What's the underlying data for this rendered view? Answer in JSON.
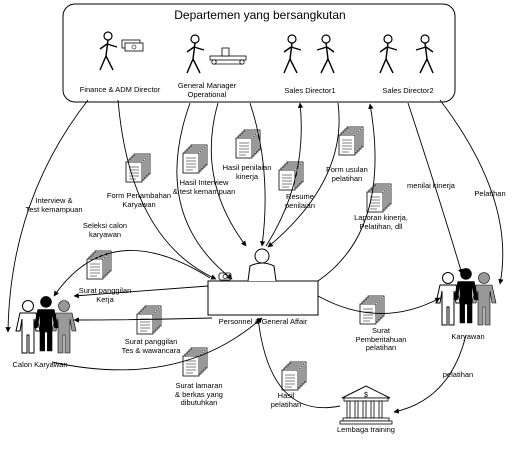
{
  "header": {
    "title": "Departemen yang bersangkutan"
  },
  "roles": {
    "finance": "Finance & ADM Director",
    "gm": "General Manager\nOperational",
    "sales1": "Sales Director1",
    "sales2": "Sales Director2"
  },
  "center": {
    "label": "Personnel & General Affair"
  },
  "actors": {
    "candidates": "Calon Karyawan",
    "employees": "Karyawan",
    "training": "Lembaga training"
  },
  "documents": {
    "form_penambahan": "Form Penambahan\nKaryawan",
    "hasil_interview": "Hasil Interview\n& test kemampuan",
    "hasil_penilaian": "Hasil penilaian\nkinerja",
    "resume_penilaian": "Resume\npenilaian",
    "form_usulan": "Form usulan\npelatihan",
    "laporan_kinerja": "Laporan kinerja,\nPelatihan, dll",
    "surat_panggilan_kerja": "Surat panggilan\nKerja",
    "surat_panggilan_tes": "Surat panggilan\nTes & wawancara",
    "surat_lamaran": "Surat lamaran\n& berkas yang\ndibutuhkan",
    "surat_pemberitahuan": "Surat\nPemberitahuan\npelatihan",
    "hasil_pelatihan": "Hasil\npelatihan"
  },
  "flows": {
    "interview_test": "Interview &\nTest kemampuan",
    "seleksi": "Seleksi calon\nkaryawan",
    "menilai": "menilai kinerja",
    "pelatihan_right": "Pelatihan",
    "pelatihan_bottom": "pelatihan"
  }
}
